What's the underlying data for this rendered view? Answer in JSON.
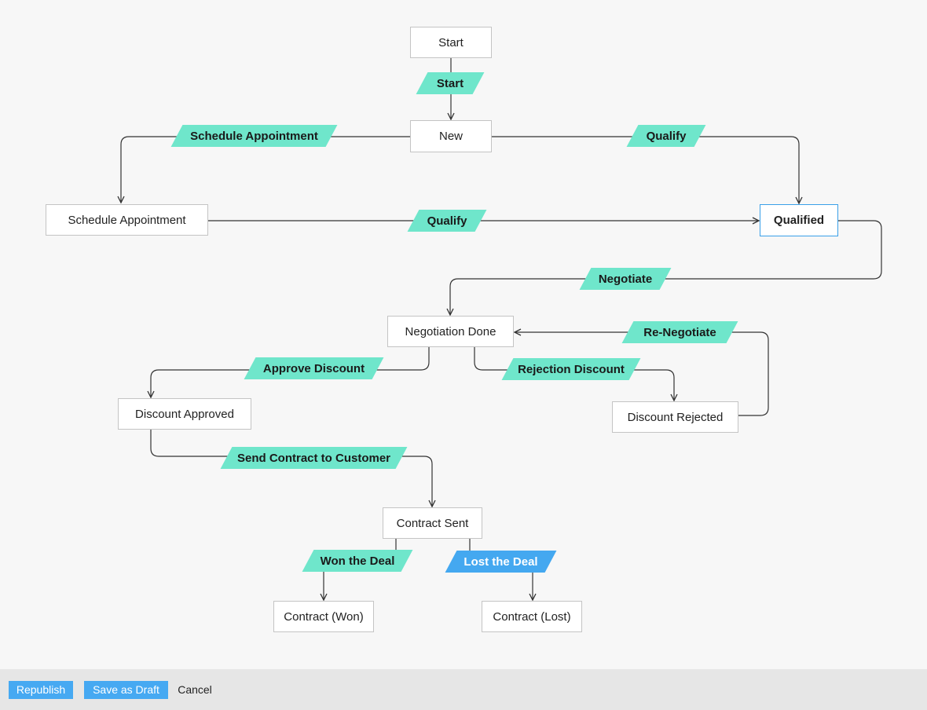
{
  "states": {
    "start": "Start",
    "new": "New",
    "schedule_appointment": "Schedule Appointment",
    "qualified": "Qualified",
    "negotiation_done": "Negotiation Done",
    "discount_approved": "Discount Approved",
    "discount_rejected": "Discount Rejected",
    "contract_sent": "Contract Sent",
    "contract_won": "Contract (Won)",
    "contract_lost": "Contract (Lost)"
  },
  "transitions": {
    "start": "Start",
    "schedule_appointment": "Schedule Appointment",
    "qualify_from_new": "Qualify",
    "qualify_from_schedule": "Qualify",
    "negotiate": "Negotiate",
    "re_negotiate": "Re-Negotiate",
    "approve_discount": "Approve Discount",
    "rejection_discount": "Rejection Discount",
    "send_contract": "Send Contract to Customer",
    "won_the_deal": "Won the Deal",
    "lost_the_deal": "Lost the Deal"
  },
  "colors": {
    "transition": "#6fe6cb",
    "transition_active": "#44a8f0",
    "selected_border": "#3aa0e8"
  },
  "footer": {
    "republish": "Republish",
    "save_as_draft": "Save as Draft",
    "cancel": "Cancel"
  }
}
